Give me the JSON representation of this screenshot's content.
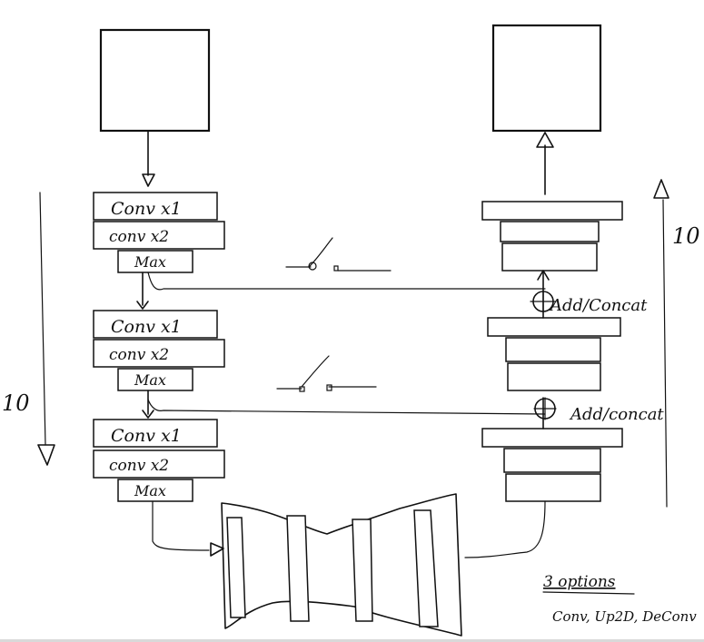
{
  "encoder_blocks": [
    {
      "conv1": "Conv x1",
      "conv2": "conv x2",
      "pool": "Max"
    },
    {
      "conv1": "Conv x1",
      "conv2": "conv x2",
      "pool": "Max"
    },
    {
      "conv1": "Conv x1",
      "conv2": "conv x2",
      "pool": "Max"
    }
  ],
  "skip_labels": [
    "Add/Concat",
    "Add/concat"
  ],
  "depth_left": "10",
  "depth_right": "10",
  "options_title": "3 options",
  "options_list": "Conv, Up2D, DeConv"
}
